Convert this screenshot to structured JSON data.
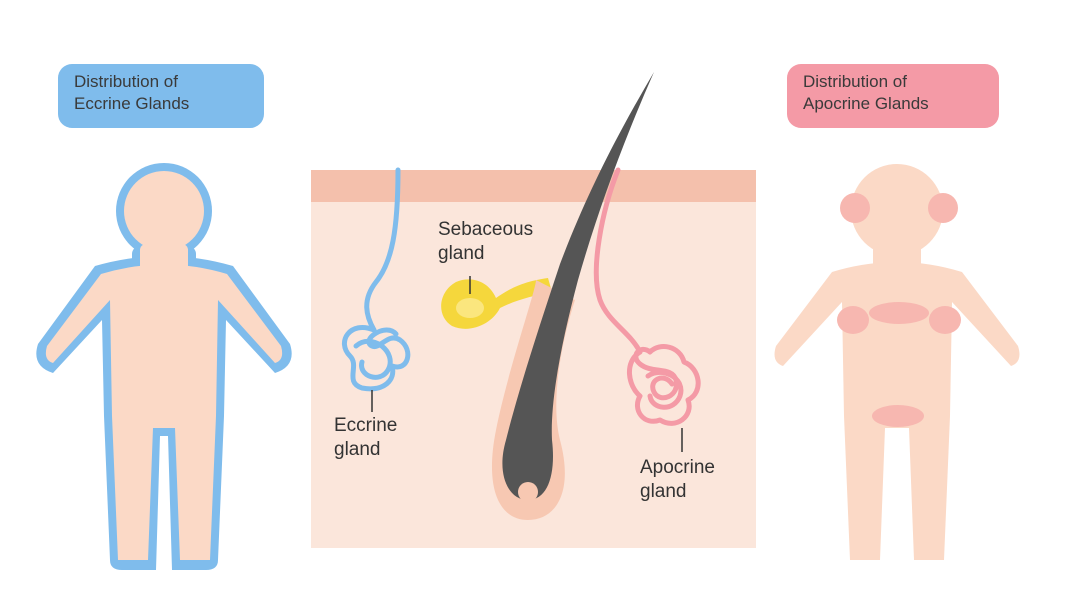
{
  "eccrine_distribution": {
    "title_line1": "Distribution of",
    "title_line2": "Eccrine Glands"
  },
  "apocrine_distribution": {
    "title_line1": "Distribution of",
    "title_line2": "Apocrine  Glands"
  },
  "skin_section": {
    "sebaceous_line1": "Sebaceous",
    "sebaceous_line2": "gland",
    "eccrine_line1": "Eccrine",
    "eccrine_line2": "gland",
    "apocrine_line1": "Apocrine",
    "apocrine_line2": "gland"
  },
  "colors": {
    "eccrine_blue": "#7fbcec",
    "apocrine_pink": "#f49aa6",
    "skin_fill": "#fbd9c6",
    "dermis_fill": "#fbe6db",
    "epidermis_band": "#f4c0ac",
    "hair": "#555555",
    "sebaceous_yellow": "#f5d73c",
    "gland_spot": "#f7b7b0"
  }
}
